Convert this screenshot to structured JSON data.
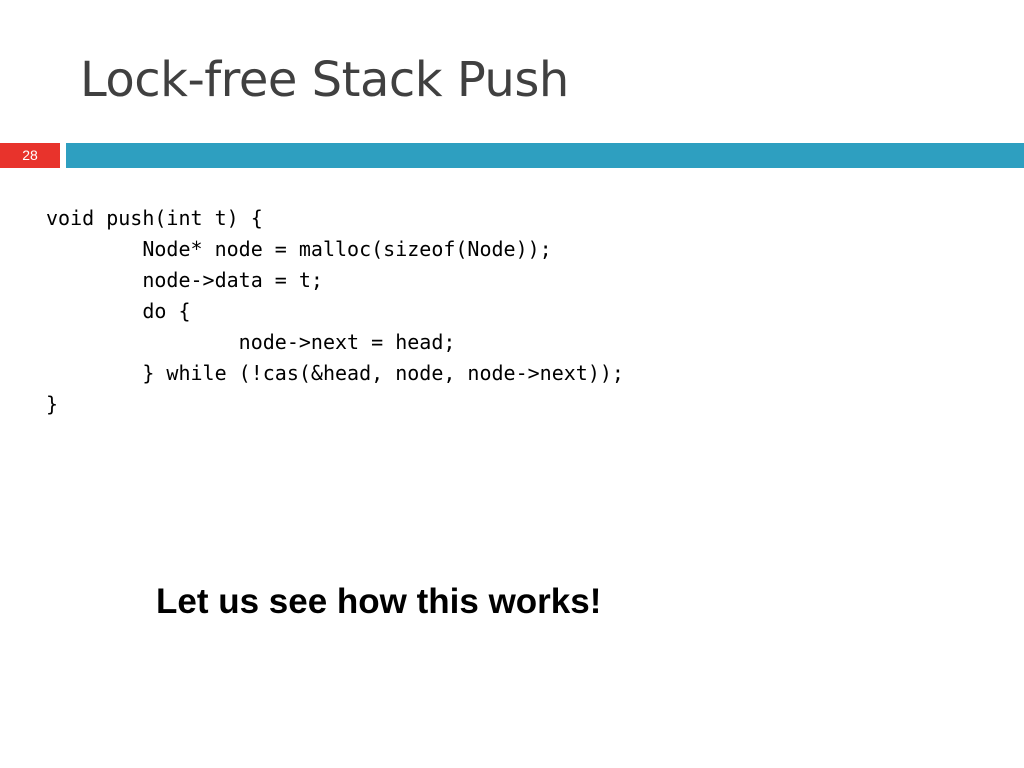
{
  "slide": {
    "title": "Lock-free Stack Push",
    "number": "28",
    "accent_color": "#2e9fc0",
    "number_badge_color": "#e8332c"
  },
  "code": {
    "lines": [
      "void push(int t) {",
      "        Node* node = malloc(sizeof(Node));",
      "        node->data = t;",
      "        do {",
      "                node->next = head;",
      "        } while (!cas(&head, node, node->next));",
      "}"
    ]
  },
  "callout": {
    "text": "Let us see how this works!"
  }
}
